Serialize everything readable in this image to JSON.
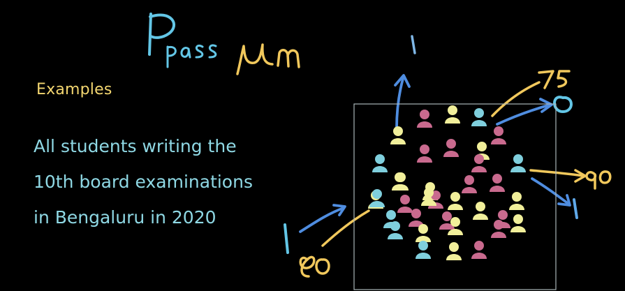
{
  "heading": "Examples",
  "description_lines": [
    "All students writing the",
    "10th board examinations",
    "in Bengaluru in 2020"
  ],
  "colors": {
    "background": "#000000",
    "heading": "#f3d670",
    "description": "#8fd8e4",
    "ink_yellow": "#f1c85c",
    "ink_blue": "#4f8de0",
    "ink_cyan": "#63c6e6",
    "person_yellow": "#f1ef9a",
    "person_pink": "#c96a8e",
    "person_cyan": "#7fcfdd",
    "frame": "#a9b6b8"
  },
  "people": [
    {
      "color": "pink"
    },
    {
      "color": "yellow"
    },
    {
      "color": "cyan"
    },
    {
      "color": "yellow"
    },
    {
      "color": "pink"
    },
    {
      "color": "pink"
    },
    {
      "color": "yellow"
    },
    {
      "color": "pink"
    },
    {
      "color": "cyan"
    },
    {
      "color": "yellow"
    },
    {
      "color": "pink"
    },
    {
      "color": "cyan"
    },
    {
      "color": "yellow"
    },
    {
      "color": "yellow"
    },
    {
      "color": "pink"
    },
    {
      "color": "pink"
    },
    {
      "color": "yellow"
    },
    {
      "color": "pink"
    },
    {
      "color": "pink"
    },
    {
      "color": "yellow"
    },
    {
      "color": "yellow"
    },
    {
      "color": "cyan"
    },
    {
      "color": "pink"
    },
    {
      "color": "pink"
    },
    {
      "color": "yellow"
    },
    {
      "color": "pink"
    },
    {
      "color": "cyan"
    },
    {
      "color": "yellow"
    },
    {
      "color": "yellow"
    },
    {
      "color": "pink"
    },
    {
      "color": "yellow"
    },
    {
      "color": "cyan"
    },
    {
      "color": "yellow"
    },
    {
      "color": "pink"
    },
    {
      "color": "cyan"
    },
    {
      "color": "yellow"
    }
  ]
}
